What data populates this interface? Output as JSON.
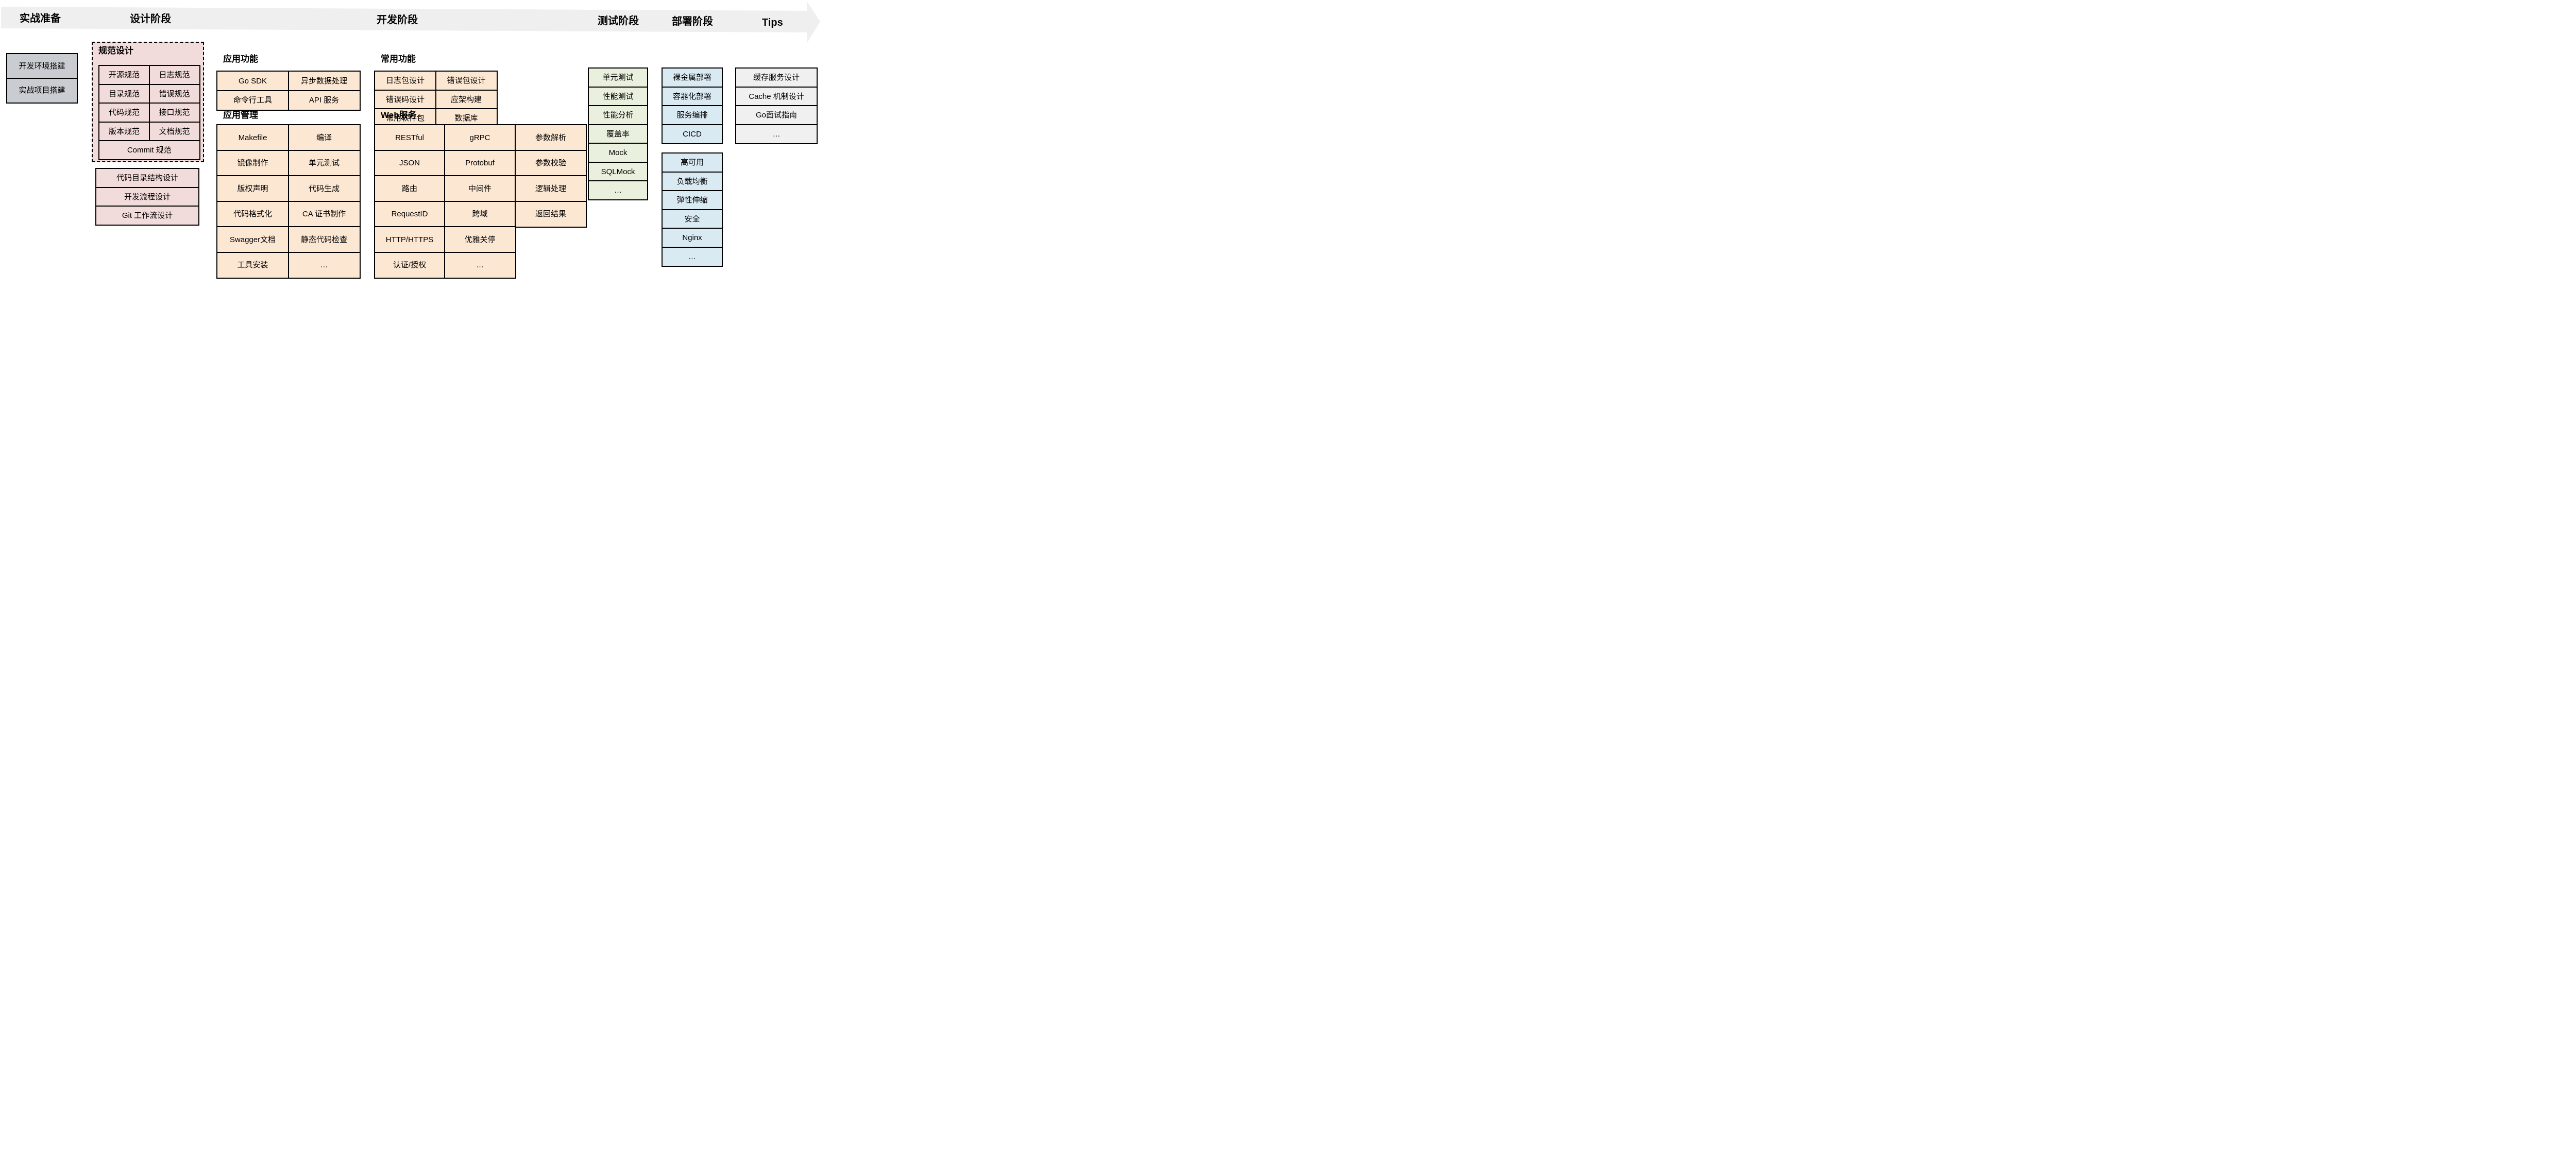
{
  "header": {
    "phases": [
      "实战准备",
      "设计阶段",
      "开发阶段",
      "测试阶段",
      "部署阶段",
      "Tips"
    ]
  },
  "prep": {
    "items": [
      "开发环境搭建",
      "实战项目搭建"
    ]
  },
  "design": {
    "spec": {
      "title": "规范设计",
      "rows": [
        [
          "开源规范",
          "日志规范"
        ],
        [
          "目录规范",
          "错误规范"
        ],
        [
          "代码规范",
          "接口规范"
        ],
        [
          "版本规范",
          "文档规范"
        ]
      ],
      "footer": "Commit 规范"
    },
    "workflow": [
      "代码目录结构设计",
      "开发流程设计",
      "Git 工作流设计"
    ]
  },
  "dev": {
    "app_features": {
      "title": "应用功能",
      "rows": [
        [
          "Go SDK",
          "异步数据处理"
        ],
        [
          "命令行工具",
          "API 服务"
        ]
      ]
    },
    "app_mgmt": {
      "title": "应用管理",
      "rows": [
        [
          "Makefile",
          "编译"
        ],
        [
          "镜像制作",
          "单元测试"
        ],
        [
          "版权声明",
          "代码生成"
        ],
        [
          "代码格式化",
          "CA 证书制作"
        ],
        [
          "Swagger文档",
          "静态代码检查"
        ],
        [
          "工具安装",
          "…"
        ]
      ]
    },
    "common": {
      "title": "常用功能",
      "rows": [
        [
          "日志包设计",
          "错误包设计"
        ],
        [
          "错误码设计",
          "应架构建"
        ],
        [
          "常用软件包",
          "数据库"
        ]
      ],
      "more": "…"
    },
    "web": {
      "title": "Web服务",
      "rows3": [
        [
          "RESTful",
          "gRPC",
          "参数解析"
        ],
        [
          "JSON",
          "Protobuf",
          "参数校验"
        ],
        [
          "路由",
          "中间件",
          "逻辑处理"
        ],
        [
          "RequestID",
          "跨域",
          "返回结果"
        ]
      ],
      "rows2": [
        [
          "HTTP/HTTPS",
          "优雅关停"
        ],
        [
          "认证/授权",
          "…"
        ]
      ]
    }
  },
  "test": {
    "items": [
      "单元测试",
      "性能测试",
      "性能分析",
      "覆盖率",
      "Mock",
      "SQLMock",
      "…"
    ]
  },
  "deploy": {
    "group1": [
      "裸金属部署",
      "容器化部署",
      "服务编排",
      "CICD"
    ],
    "group2": [
      "高可用",
      "负载均衡",
      "弹性伸缩",
      "安全",
      "Nginx",
      "…"
    ]
  },
  "tips": {
    "items": [
      "缓存服务设计",
      "Cache 机制设计",
      "Go面试指南",
      "…"
    ]
  },
  "colors": {
    "banner": "#efefef",
    "prep": "#c9ccd1",
    "design": "#f2dcdb",
    "dev": "#fce7d3",
    "test": "#e9f0de",
    "deploy": "#daeaf3",
    "tips": "#f0f0f0",
    "border": "#000000"
  }
}
